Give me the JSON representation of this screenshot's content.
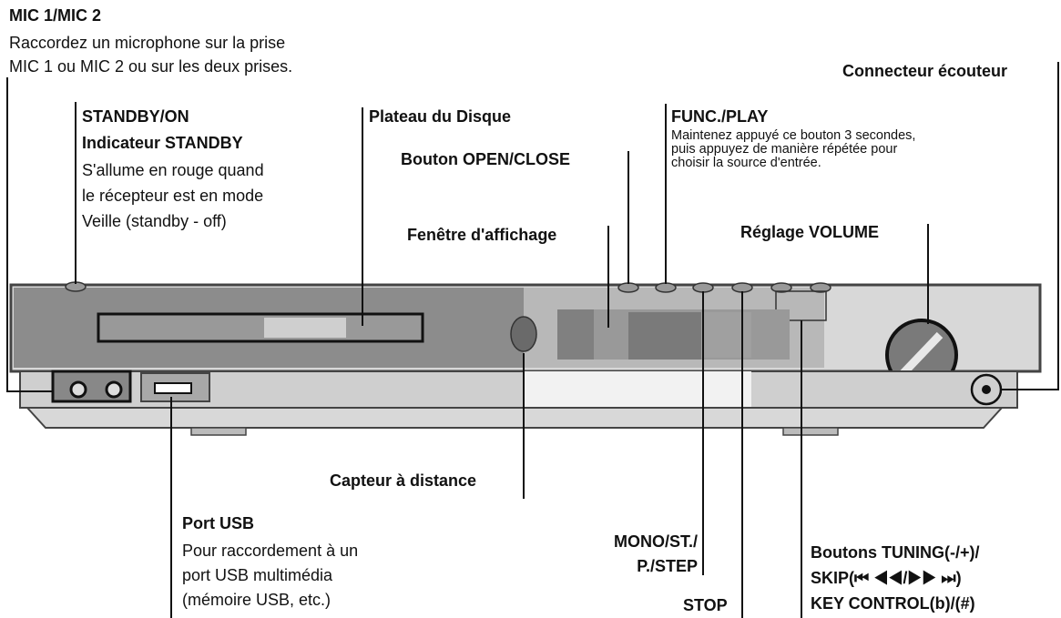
{
  "mic": {
    "title": "MIC 1/MIC 2",
    "desc1": "Raccordez un microphone sur la prise",
    "desc2": "MIC 1 ou MIC 2 ou sur les deux prises."
  },
  "standby": {
    "title": "STANDBY/ON",
    "indicator": "Indicateur STANDBY",
    "desc1": "S'allume en rouge quand",
    "desc2": "le récepteur est en mode",
    "desc3": "Veille (standby - off)"
  },
  "disc_tray": "Plateau du Disque",
  "open_close": "Bouton OPEN/CLOSE",
  "display": "Fenêtre d'affichage",
  "func": {
    "title": "FUNC./PLAY",
    "desc1": "Maintenez appuyé ce bouton 3 secondes,",
    "desc2": "puis appuyez de manière répétée pour",
    "desc3": "choisir la source d'entrée."
  },
  "headphone": "Connecteur écouteur",
  "volume": "Réglage VOLUME",
  "remote_sensor": "Capteur à distance",
  "usb": {
    "title": "Port USB",
    "desc1": "Pour raccordement à un",
    "desc2": "port USB multimédia",
    "desc3": "(mémoire USB, etc.)"
  },
  "mono": {
    "line1": "MONO/ST./",
    "line2": "P./STEP"
  },
  "stop": "STOP",
  "tuning": {
    "line1": "Boutons TUNING(-/+)/",
    "line2": "SKIP(⏮ ◀◀/▶▶ ⏭)",
    "line3": "KEY CONTROL(b)/(#)"
  }
}
